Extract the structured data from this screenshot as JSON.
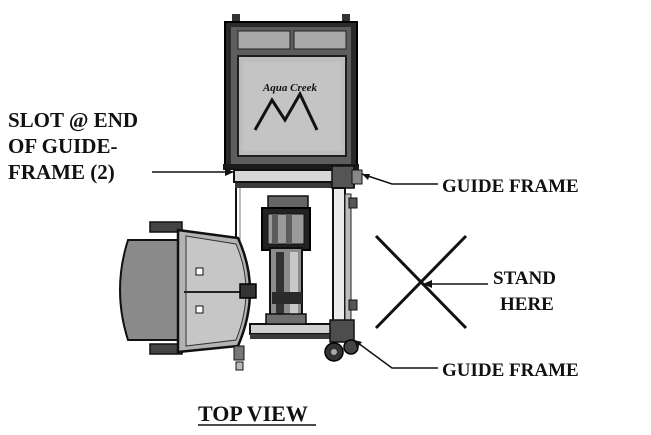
{
  "labels": {
    "slot_line1": "SLOT @ END",
    "slot_line2": "OF GUIDE-",
    "slot_line3": "FRAME (2)",
    "guide_frame_top": "GUIDE FRAME",
    "guide_frame_bottom": "GUIDE FRAME",
    "stand_line1": "STAND",
    "stand_line2": "HERE",
    "view_title": "TOP VIEW"
  },
  "logo_text": "Aqua Creek"
}
